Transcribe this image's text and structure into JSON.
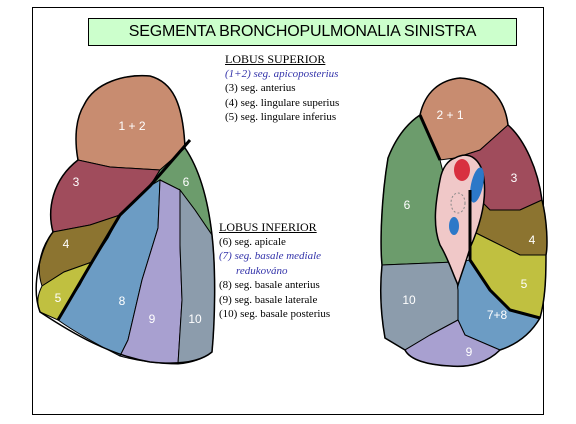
{
  "title": "SEGMENTA BRONCHOPULMONALIA SINISTRA",
  "colors": {
    "background": "#ffffff",
    "title_box": "#ccffcc",
    "seg_1_2": "#c88c70",
    "seg_3": "#a04c5c",
    "seg_4": "#8c7430",
    "seg_5": "#c0c040",
    "seg_6": "#6c9c6c",
    "seg_8": "#6c9cc4",
    "seg_9": "#a8a0d0",
    "seg_10": "#8c9cac",
    "hilum": "#f0c8c8",
    "vein": "#d83040",
    "artery": "#2c78c8",
    "legend_highlight": "#3333aa"
  },
  "lobus_superior": {
    "heading": "LOBUS SUPERIOR",
    "items": [
      "(1+2)  seg. apicoposterius",
      "(3) seg. anterius",
      "(4) seg. lingulare superius",
      "(5) seg. lingulare inferius"
    ]
  },
  "lobus_inferior": {
    "heading": "LOBUS INFERIOR",
    "items": [
      "(6)  seg. apicale",
      "(7)    seg. basale mediale",
      "redukováno",
      "(8)  seg. basale anterius",
      "(9)  seg. basale laterale",
      "(10) seg. basale posterius"
    ]
  },
  "left_lung_labels": {
    "s12": "1 + 2",
    "s3": "3",
    "s4": "4",
    "s5": "5",
    "s6": "6",
    "s8": "8",
    "s9": "9",
    "s10": "10"
  },
  "right_lung_labels": {
    "s21": "2 + 1",
    "s3": "3",
    "s4": "4",
    "s5": "5",
    "s6": "6",
    "s78": "7+8",
    "s9": "9",
    "s10": "10"
  }
}
